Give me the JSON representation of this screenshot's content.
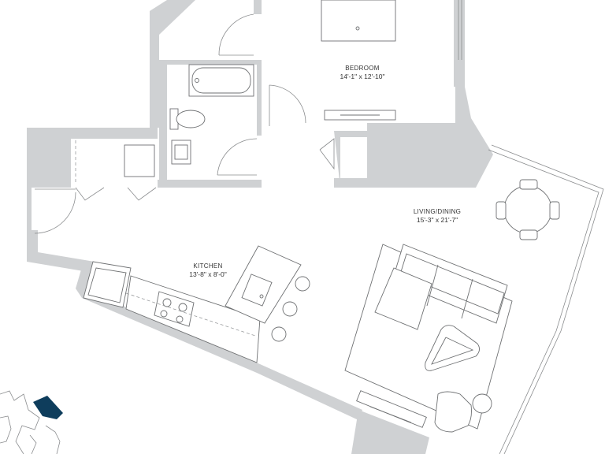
{
  "rooms": {
    "bedroom": {
      "name": "BEDROOM",
      "dims": "14'-1\" x 12'-10\""
    },
    "living": {
      "name": "LIVING/DINING",
      "dims": "15'-3\" x 21'-7\""
    },
    "kitchen": {
      "name": "KITCHEN",
      "dims": "13'-8\" x 8'-0\""
    }
  },
  "colors": {
    "wall": "#cfd1d3",
    "fixture": "#6f7173",
    "keyplan_highlight": "#0e3d5c"
  }
}
